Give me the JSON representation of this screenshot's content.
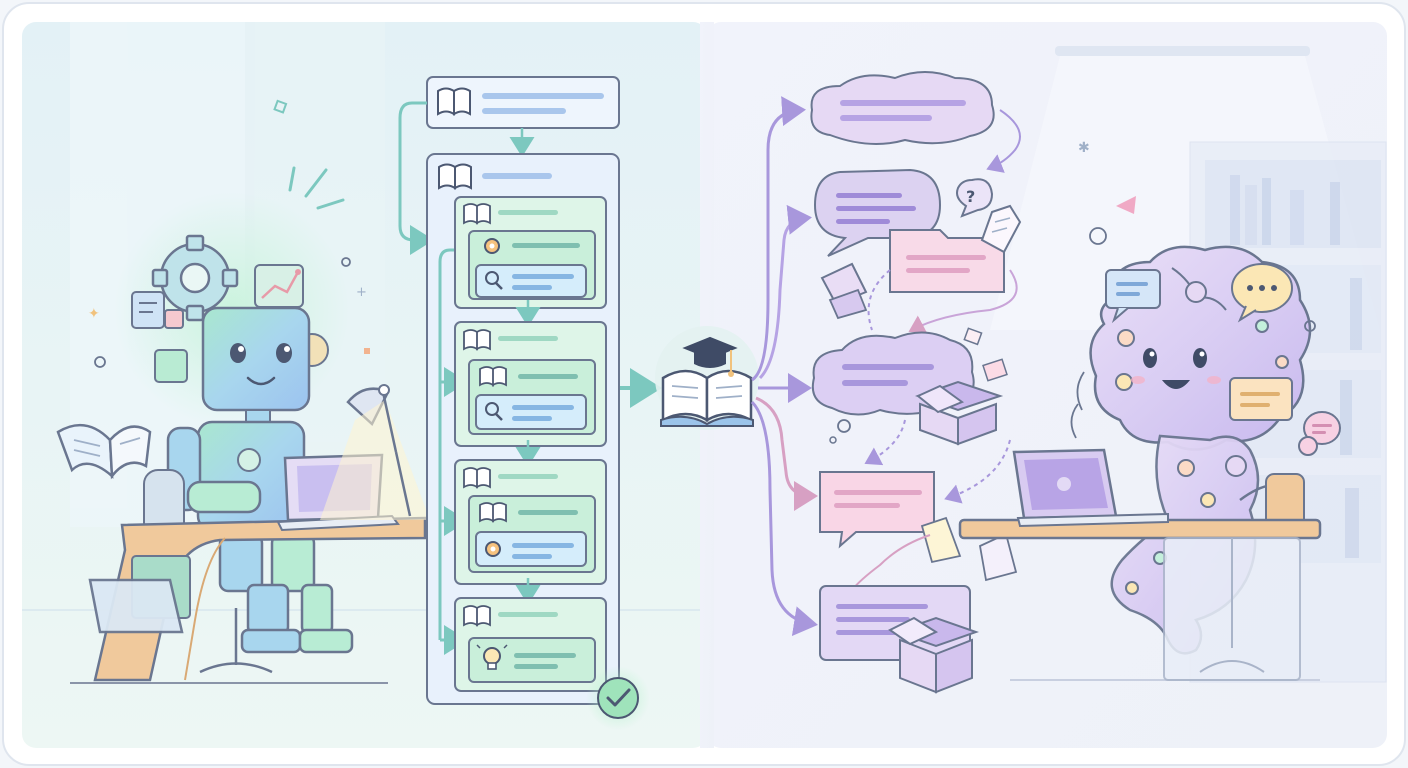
{
  "palette": {
    "frame_bg": "#ffffff",
    "left_bg": "#e6f3f4",
    "right_bg": "#eef0fa",
    "ink": "#6a7690",
    "teal": "#7cc8bf",
    "teal_dark": "#4fa89c",
    "blue_box": "#e9f1fb",
    "green_box": "#def5e8",
    "green_bar": "#9fd8c3",
    "blue_bar": "#a9c6ec",
    "lavender": "#d9d2f3",
    "lavender_dark": "#a897dc",
    "pink": "#f7d8e6",
    "pink_bar": "#e7a9c6",
    "purple_bar": "#b6a3e4",
    "wood": "#f0c99c",
    "robot_blue": "#a8d6ee",
    "robot_green": "#b8ecd4",
    "check_green": "#7fd6a4",
    "yellow": "#fbe7b5"
  },
  "left_scene": {
    "character": "robot",
    "character_icons": [
      "gear-icon",
      "chart-icon",
      "open-book-icon",
      "desk-lamp-icon",
      "laptop-icon",
      "file-folder-icon"
    ]
  },
  "flowchart": {
    "top_icon": "book-icon",
    "stages": [
      {
        "header_icon": "book-icon",
        "items": [
          "gear-icon",
          "search-icon"
        ]
      },
      {
        "header_icon": "book-icon",
        "items": [
          "book-icon",
          "search-icon"
        ]
      },
      {
        "header_icon": "book-icon",
        "items": [
          "book-icon",
          "gear-icon"
        ]
      },
      {
        "header_icon": "book-icon",
        "items": [
          "lightbulb-icon"
        ]
      }
    ],
    "container_icon": "book-icon",
    "completion_icon": "check-icon"
  },
  "hub": {
    "icon": "graduation-book-icon"
  },
  "right_scene": {
    "character": "cloud-creature",
    "bubbles": [
      "cloud-bubble",
      "speech-bubble",
      "note-card",
      "cloud-bubble",
      "note-card",
      "note-card"
    ],
    "props": [
      "question-bubble-icon",
      "open-box-icon",
      "paper-icon",
      "laptop-icon",
      "chat-icon",
      "ellipsis-bubble-icon"
    ]
  }
}
